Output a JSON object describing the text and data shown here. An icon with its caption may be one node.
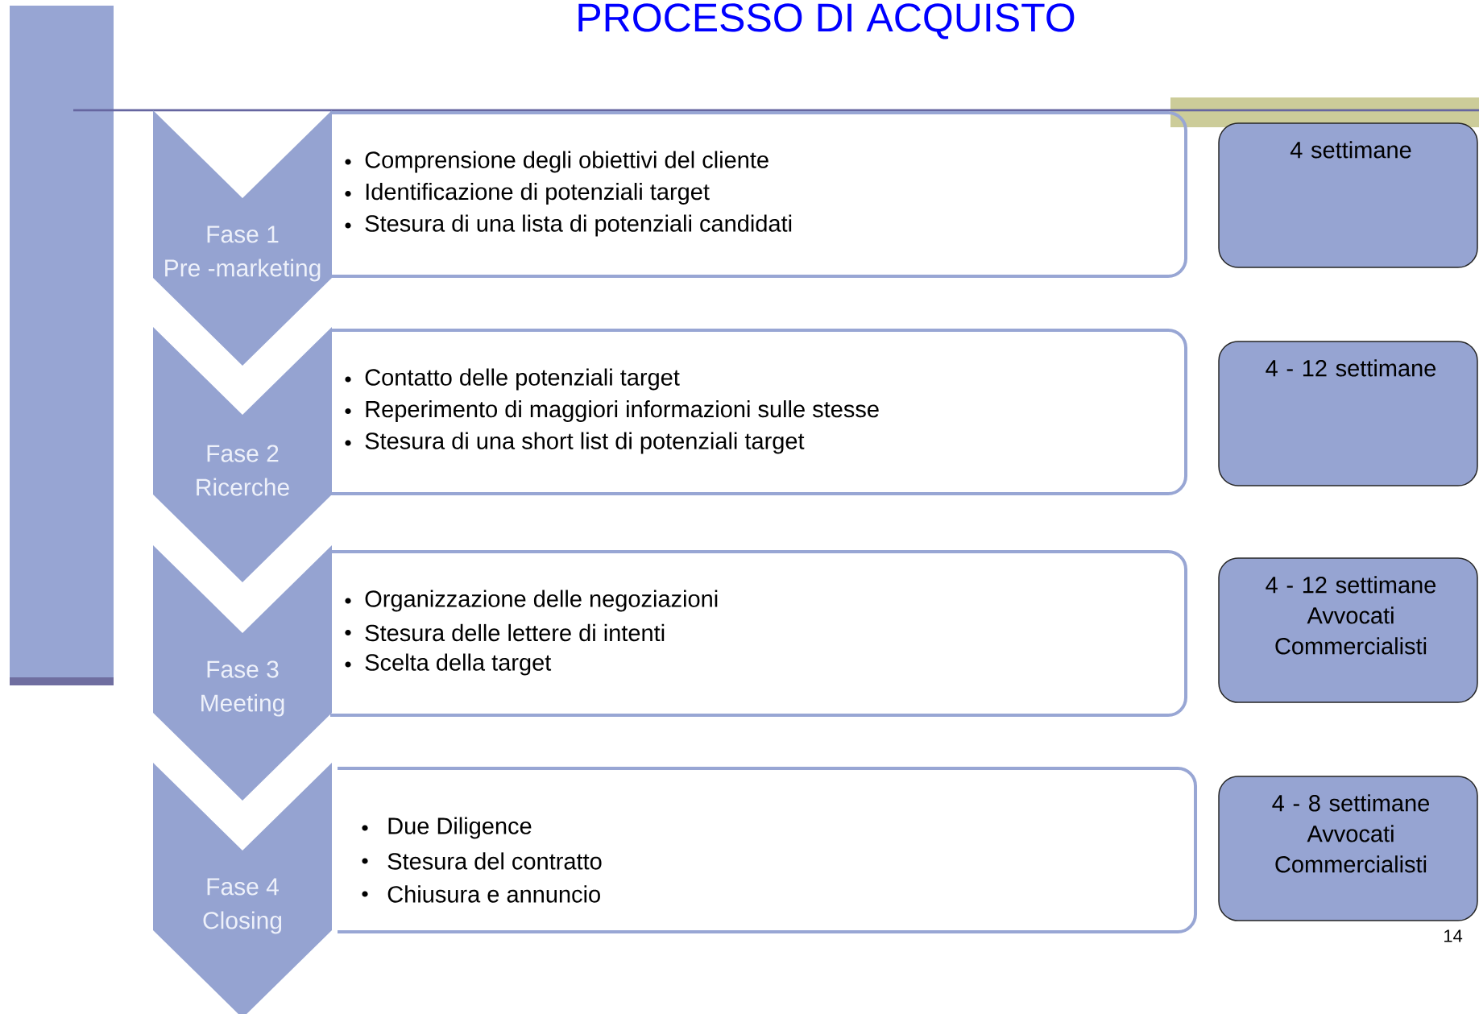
{
  "diagram": {
    "title": "PROCESSO DI ACQUISTO",
    "nodes": [
      {
        "text": [
          "Fase 1",
          "Pre -marketing"
        ]
      },
      {
        "text": [
          "Comprensione degli obiettivi del cliente",
          "Identificazione di potenziali target",
          "Stesura di una lista di potenziali candidati"
        ]
      },
      {
        "text": [
          "4 settimane"
        ]
      },
      {
        "text": [
          "Fase 2",
          "Ricerche"
        ]
      },
      {
        "text": [
          "Contatto delle potenziali target",
          "Reperimento di maggiori informazioni sulle stesse",
          "Stesura di una short list di potenziali target"
        ]
      },
      {
        "text": [
          "4 - 12  settimane"
        ]
      },
      {
        "text": [
          "Fase 3",
          "Meeting"
        ]
      },
      {
        "text": [
          "Organizzazione delle negoziazioni",
          "Stesura delle lettere di intenti",
          "Scelta della target"
        ]
      },
      {
        "text": [
          "4 - 12  settimane",
          "Avvocati Commercialisti"
        ]
      },
      {
        "text": [
          "Fase 4",
          "Closing"
        ]
      },
      {
        "text": [
          "Due Diligence",
          "Stesura del contratto",
          "Chiusura e annuncio"
        ]
      },
      {
        "text": [
          "4 - 8  settimane",
          "Avvocati Commercialisti"
        ]
      }
    ],
    "labels": [
      "14"
    ]
  }
}
